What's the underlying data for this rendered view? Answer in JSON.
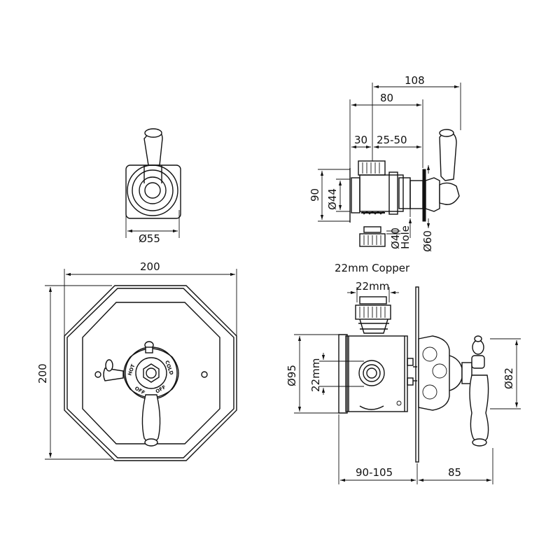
{
  "dimensions": {
    "front_width": "200",
    "front_height": "200",
    "handle_diameter": "Ø55",
    "side_108": "108",
    "side_80": "80",
    "side_30": "30",
    "side_25_50": "25-50",
    "side_90": "90",
    "side_d44": "Ø44",
    "side_d40_hole": "Ø40",
    "hole_word": "Hole",
    "side_d60": "Ø60",
    "copper": "22mm Copper",
    "body_22mm_top": "22mm",
    "body_d95": "Ø95",
    "body_22mm_side": "22mm",
    "body_d82": "Ø82",
    "body_90_105": "90-105",
    "body_85": "85"
  },
  "dial_labels": {
    "hot": "HOT",
    "cold": "COLD",
    "off_left": "OFF",
    "off_right": "OFF"
  }
}
